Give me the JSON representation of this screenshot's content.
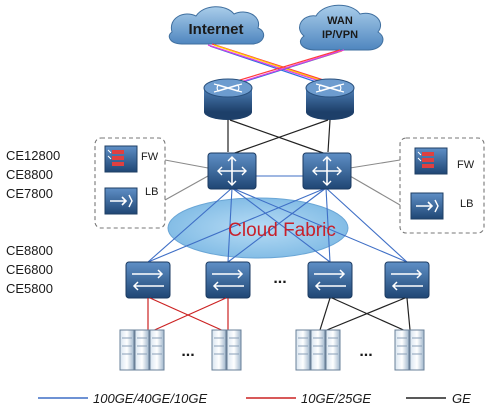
{
  "clouds": {
    "internet": "Internet",
    "wan_line1": "WAN",
    "wan_line2": "IP/VPN"
  },
  "core_label": [
    "CE12800",
    "CE8800",
    "CE7800"
  ],
  "access_label": [
    "CE8800",
    "CE6800",
    "CE5800"
  ],
  "fabric_label": "Cloud Fabric",
  "service_nodes": {
    "left_fw": "FW",
    "left_lb": "LB",
    "right_fw": "FW",
    "right_lb": "LB"
  },
  "ellipsis": "...",
  "legend": [
    {
      "label": "100GE/40GE/10GE",
      "color": "#3f6fc6"
    },
    {
      "label": "10GE/25GE",
      "color": "#cc2222"
    },
    {
      "label": "GE",
      "color": "#222222"
    }
  ],
  "colors": {
    "device_blue": "#2e5f95",
    "cloud_fill": "#6ea6d6",
    "ellipse_fill": "#8fc5ec"
  }
}
